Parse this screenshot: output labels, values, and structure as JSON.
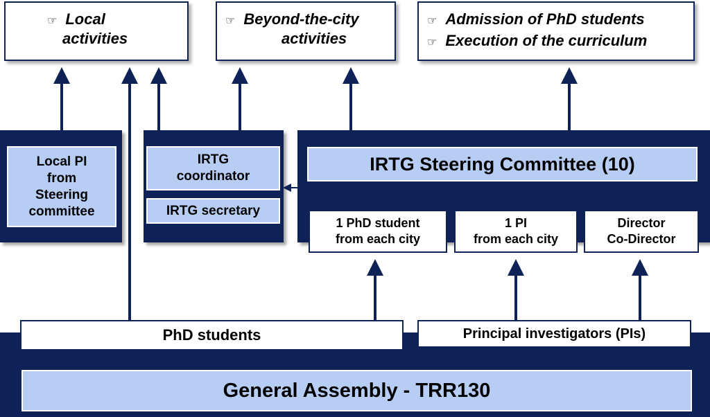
{
  "top_boxes": {
    "local": {
      "bullet": "☞",
      "line1": "Local",
      "line2": "activities"
    },
    "beyond": {
      "bullet": "☞",
      "line1": "Beyond-the-city",
      "line2": "activities"
    },
    "admission": {
      "bullet1": "☞",
      "line1": "Admission of PhD students",
      "bullet2": "☞",
      "line2": "Execution of the curriculum"
    }
  },
  "local_pi": {
    "line1": "Local PI",
    "line2": "from",
    "line3": "Steering",
    "line4": "committee"
  },
  "coordinator": {
    "line1": "IRTG",
    "line2": "coordinator"
  },
  "secretary": {
    "label": "IRTG secretary"
  },
  "steering": {
    "title": "IRTG Steering Committee (10)",
    "phd_rep": {
      "line1": "1 PhD student",
      "line2": "from each city"
    },
    "pi_rep": {
      "line1": "1 PI",
      "line2": "from each city"
    },
    "director": {
      "line1": "Director",
      "line2": "Co-Director"
    }
  },
  "phd_students": {
    "label": "PhD students"
  },
  "pis": {
    "label": "Principal investigators (PIs)"
  },
  "general_assembly": {
    "label": "General Assembly - TRR130"
  },
  "colors": {
    "navy": "#0f2258",
    "light_blue": "#b7cdf3",
    "white": "#ffffff"
  }
}
